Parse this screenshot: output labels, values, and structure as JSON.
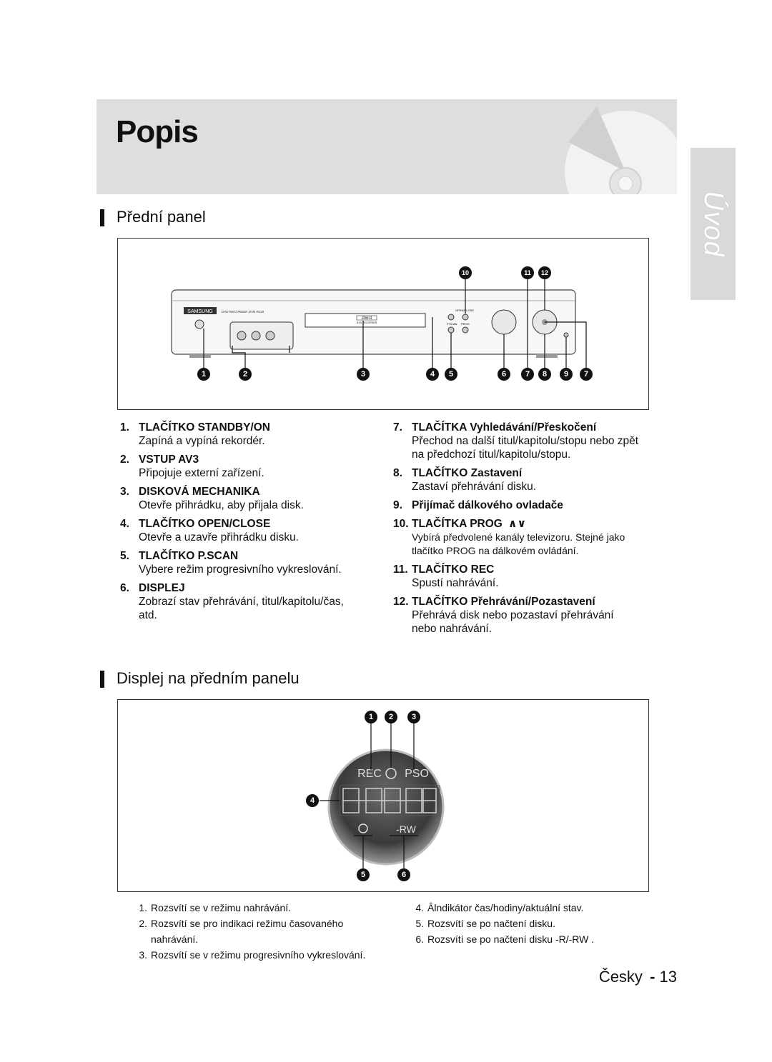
{
  "page": {
    "title": "Popis",
    "side_tab": "Úvod",
    "footer": {
      "language": "Česky",
      "separator": "-",
      "page_number": "13"
    }
  },
  "front_panel": {
    "heading": "Přední panel",
    "device_brand": "SAMSUNG",
    "device_model": "DVD RECORDER DVD-R119",
    "disc_logo": "-RW-R",
    "disc_sub": "DVD RECORDER",
    "btn_labels": {
      "open_close": "OPEN/CLOSE",
      "pscan": "P.SCAN",
      "prog": "PROG"
    },
    "callouts_bottom": [
      "1",
      "2",
      "3",
      "4",
      "5",
      "6",
      "7",
      "8",
      "9",
      "7"
    ],
    "callouts_top": [
      "10",
      "11",
      "12"
    ],
    "items_left": [
      {
        "num": "1.",
        "title": "TLAČÍTKO STANDBY/ON",
        "desc": "Zapíná a vypíná rekordér."
      },
      {
        "num": "2.",
        "title": "VSTUP AV3",
        "desc": "Připojuje externí zařízení."
      },
      {
        "num": "3.",
        "title": "DISKOVÁ MECHANIKA",
        "desc": "Otevře přihrádku, aby přijala disk."
      },
      {
        "num": "4.",
        "title": "TLAČÍTKO OPEN/CLOSE",
        "desc": "Otevře a uzavře přihrádku disku."
      },
      {
        "num": "5.",
        "title": "TLAČÍTKO P.SCAN",
        "desc": "Vybere režim progresivního vykreslování."
      },
      {
        "num": "6.",
        "title": "DISPLEJ",
        "desc": "Zobrazí stav přehrávání, titul/kapitolu/čas, atd."
      }
    ],
    "items_right": [
      {
        "num": "7.",
        "title": "TLAČÍTKA Vyhledávání/Přeskočení",
        "desc": "Přechod na další titul/kapitolu/stopu nebo zpět na předchozí titul/kapitolu/stopu."
      },
      {
        "num": "8.",
        "title": "TLAČÍTKO Zastavení",
        "desc": "Zastaví přehrávání disku."
      },
      {
        "num": "9.",
        "title": "Přijímač dálkového ovladače",
        "desc": ""
      },
      {
        "num": "10.",
        "title": "TLAČÍTKA PROG",
        "desc": "Vybírá předvolené kanály televizoru. Stejné jako tlačítko PROG na dálkovém ovládání."
      },
      {
        "num": "11.",
        "title": "TLAČÍTKO REC",
        "desc": "Spustí nahrávání."
      },
      {
        "num": "12.",
        "title": "TLAČÍTKO Přehrávání/Pozastavení",
        "desc": "Přehrává disk nebo pozastaví přehrávání nebo nahrávání."
      }
    ]
  },
  "front_display": {
    "heading": "Displej na předním panelu",
    "indicators": {
      "rec": "REC",
      "pso": "PSO",
      "rw": "-RW"
    },
    "callouts": [
      "1",
      "2",
      "3",
      "4",
      "5",
      "6"
    ],
    "notes_left": [
      {
        "num": "1.",
        "text": "Rozsvítí se v režimu nahrávání."
      },
      {
        "num": "2.",
        "text": "Rozsvítí se pro indikaci režimu časovaného nahrávání."
      },
      {
        "num": "3.",
        "text": "Rozsvítí se v režimu progresivního vykreslování."
      }
    ],
    "notes_right": [
      {
        "num": "4.",
        "text": "Âlndikátor čas/hodiny/aktuální stav."
      },
      {
        "num": "5.",
        "text": "Rozsvítí se po načtení disku."
      },
      {
        "num": "6.",
        "text": "Rozsvítí se po načtení disku -R/-RW ."
      }
    ]
  }
}
